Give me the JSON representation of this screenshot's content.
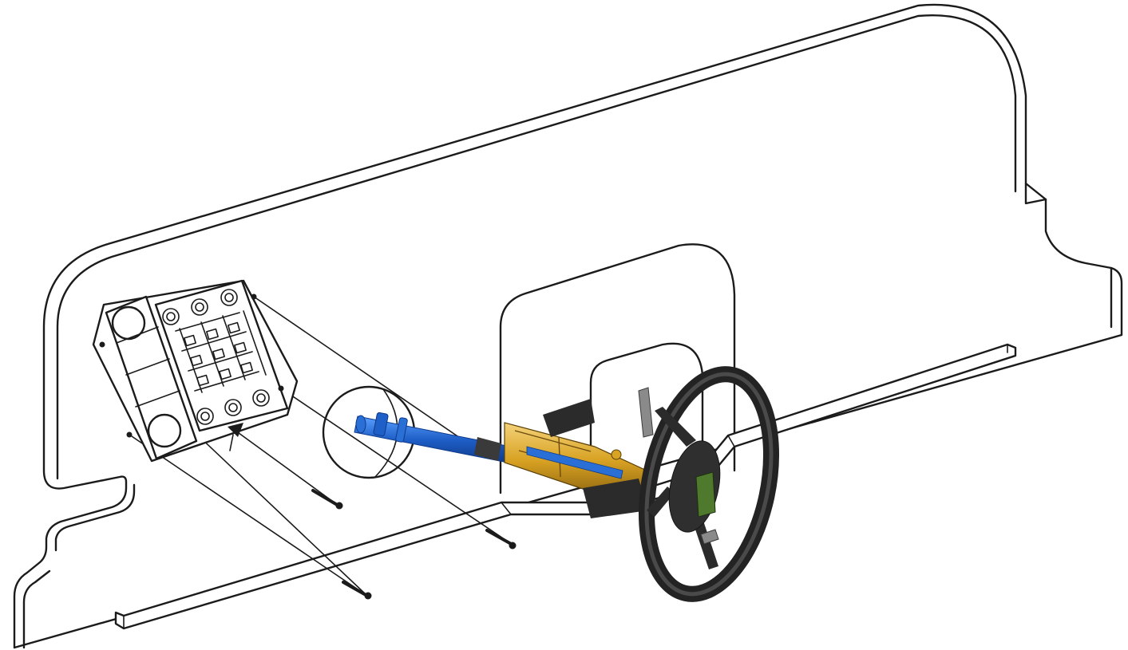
{
  "figure": {
    "kind": "isometric-exploded-assembly",
    "components": [
      "dashboard-panel",
      "instrument-recess",
      "column-recess",
      "trim-strip",
      "fuse-relay-box",
      "mounting-screw",
      "mounting-screw",
      "mounting-screw",
      "steering-column",
      "steering-wheel",
      "column-detail-circle"
    ],
    "colors": {
      "line": "#1b1b1b",
      "column_shaft": "#2a6fd6",
      "column_housing": "#d9a521",
      "wheel": "#2b2b2b",
      "background": "#ffffff"
    }
  }
}
